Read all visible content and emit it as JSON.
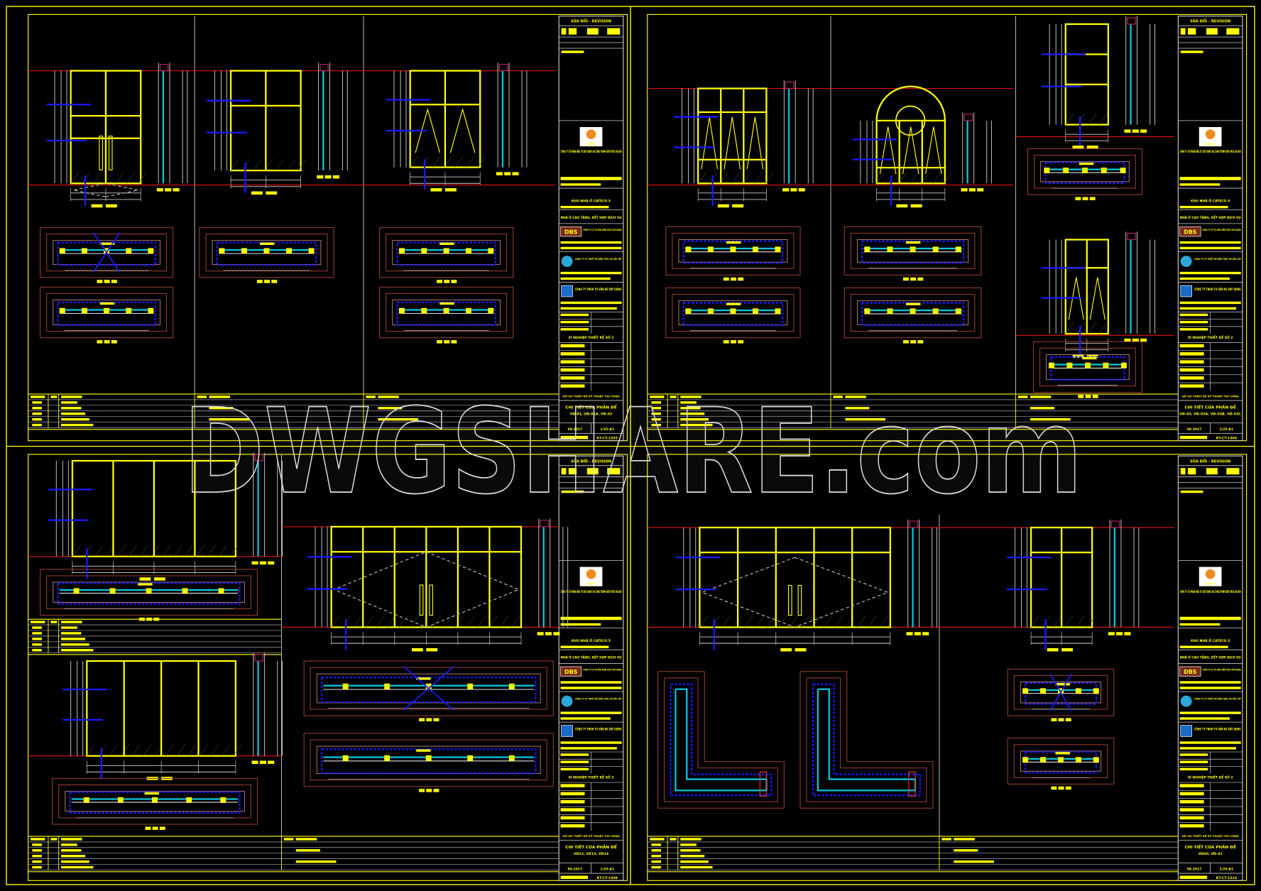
{
  "watermark": "DWGSHARE.com",
  "colors": {
    "background": "#000000",
    "frame": "#ffff00",
    "level_line": "#e01010",
    "dimension": "#d0d0d0",
    "glass_frame": "#ffff00",
    "section_blue": "#1a1aff",
    "section_cyan": "#00c8e0",
    "wall_outline": "#8b3a2a",
    "sheet_number": "#ff33ff"
  },
  "sheets": [
    {
      "revision": "SỬA ĐỔI - REVISION",
      "owner_logo": "HAIECC",
      "owner": "CÔNG TY CỔ PHẦN ĐẦU TƯ XÂY DỰNG VÀ CÔNG TRÌNH KIẾN TRÚC HÀ NỘI",
      "project": "KHU NHÀ Ở CATECO 5",
      "item": "NHÀ Ở CAO TẦNG, KẾT HỢP DỊCH VỤ",
      "contractor_logo": "DBS",
      "contractor": "CÔNG TY CP TƯ VẤN KIẾN TRÚC XÂY DỰNG",
      "designer": "CÔNG TY CP THIẾT KẾ KIẾN TRÚC VÀ XÂY LẮP",
      "consultant": "CÔNG TY TNHH TƯ VẤN BS XÂY DỰNG",
      "unit": "XÍ NGHIỆP THIẾT KẾ SỐ 2",
      "stage": "HỒ SƠ THIẾT KẾ KỸ THUẬT THI CÔNG",
      "title": "CHI TIẾT CỬA PHẦN ĐỂ",
      "codes": "VĐ-01, VĐ-01A, VĐ-02",
      "date": "08.2017",
      "scale": "1/25-A1",
      "number": "KT-CT-1303"
    },
    {
      "revision": "SỬA ĐỔI - REVISION",
      "owner_logo": "HAIECC",
      "owner": "CÔNG TY CỔ PHẦN ĐẦU TƯ XÂY DỰNG VÀ CÔNG TRÌNH KIẾN TRÚC HÀ NỘI",
      "project": "KHU NHÀ Ở CATECO 5",
      "item": "NHÀ Ở CAO TẦNG, KẾT HỢP DỊCH VỤ",
      "contractor_logo": "DBS",
      "contractor": "CÔNG TY CP TƯ VẤN KIẾN TRÚC XÂY DỰNG",
      "designer": "CÔNG TY CP THIẾT KẾ KIẾN TRÚC VÀ XÂY LẮP",
      "consultant": "CÔNG TY TNHH TƯ VẤN BS XÂY DỰNG",
      "unit": "XÍ NGHIỆP THIẾT KẾ SỐ 2",
      "stage": "HỒ SƠ THIẾT KẾ KỸ THUẬT THI CÔNG",
      "title": "CHI TIẾT CỬA PHẦN ĐỂ",
      "codes": "VĐ-03, VĐ-03A, VĐ-03B, VĐ-03C",
      "date": "08.2017",
      "scale": "1/25-A1",
      "number": "KT-CT-1304"
    },
    {
      "revision": "SỬA ĐỔI - REVISION",
      "owner_logo": "HAIECC",
      "owner": "CÔNG TY CỔ PHẦN ĐẦU TƯ XÂY DỰNG VÀ CÔNG TRÌNH KIẾN TRÚC HÀ NỘI",
      "project": "KHU NHÀ Ở CATECO 5",
      "item": "NHÀ Ở CAO TẦNG, KẾT HỢP DỊCH VỤ",
      "contractor_logo": "DBS",
      "contractor": "CÔNG TY CP TƯ VẤN KIẾN TRÚC XÂY DỰNG",
      "designer": "CÔNG TY CP THIẾT KẾ KIẾN TRÚC VÀ XÂY LẮP",
      "consultant": "CÔNG TY TNHH TƯ VẤN BS XÂY DỰNG",
      "unit": "XÍ NGHIỆP THIẾT KẾ SỐ 2",
      "stage": "HỒ SƠ THIẾT KẾ KỸ THUẬT THI CÔNG",
      "title": "CHI TIẾT CỬA PHẦN ĐỂ",
      "codes": "VĐ12, VK13, VĐ14",
      "date": "08.2017",
      "scale": "1/25-A1",
      "number": "KT-CT-1308"
    },
    {
      "revision": "SỬA ĐỔI - REVISION",
      "owner_logo": "HAIECC",
      "owner": "CÔNG TY CỔ PHẦN ĐẦU TƯ XÂY DỰNG VÀ CÔNG TRÌNH KIẾN TRÚC HÀ NỘI",
      "project": "KHU NHÀ Ở CATECO 5",
      "item": "NHÀ Ở CAO TẦNG, KẾT HỢP DỊCH VỤ",
      "contractor_logo": "DBS",
      "contractor": "CÔNG TY CP TƯ VẤN KIẾN TRÚC XÂY DỰNG",
      "designer": "CÔNG TY CP THIẾT KẾ KIẾN TRÚC VÀ XÂY LẮP",
      "consultant": "CÔNG TY TNHH TƯ VẤN BS XÂY DỰNG",
      "unit": "XÍ NGHIỆP THIẾT KẾ SỐ 2",
      "stage": "HỒ SƠ THIẾT KẾ KỸ THUẬT THI CÔNG",
      "title": "CHI TIẾT CỬA PHẦN ĐỂ",
      "codes": "VĐ40, VĐ-41",
      "date": "08.2017",
      "scale": "1/25-A1",
      "number": "KT-CT-1314"
    }
  ]
}
